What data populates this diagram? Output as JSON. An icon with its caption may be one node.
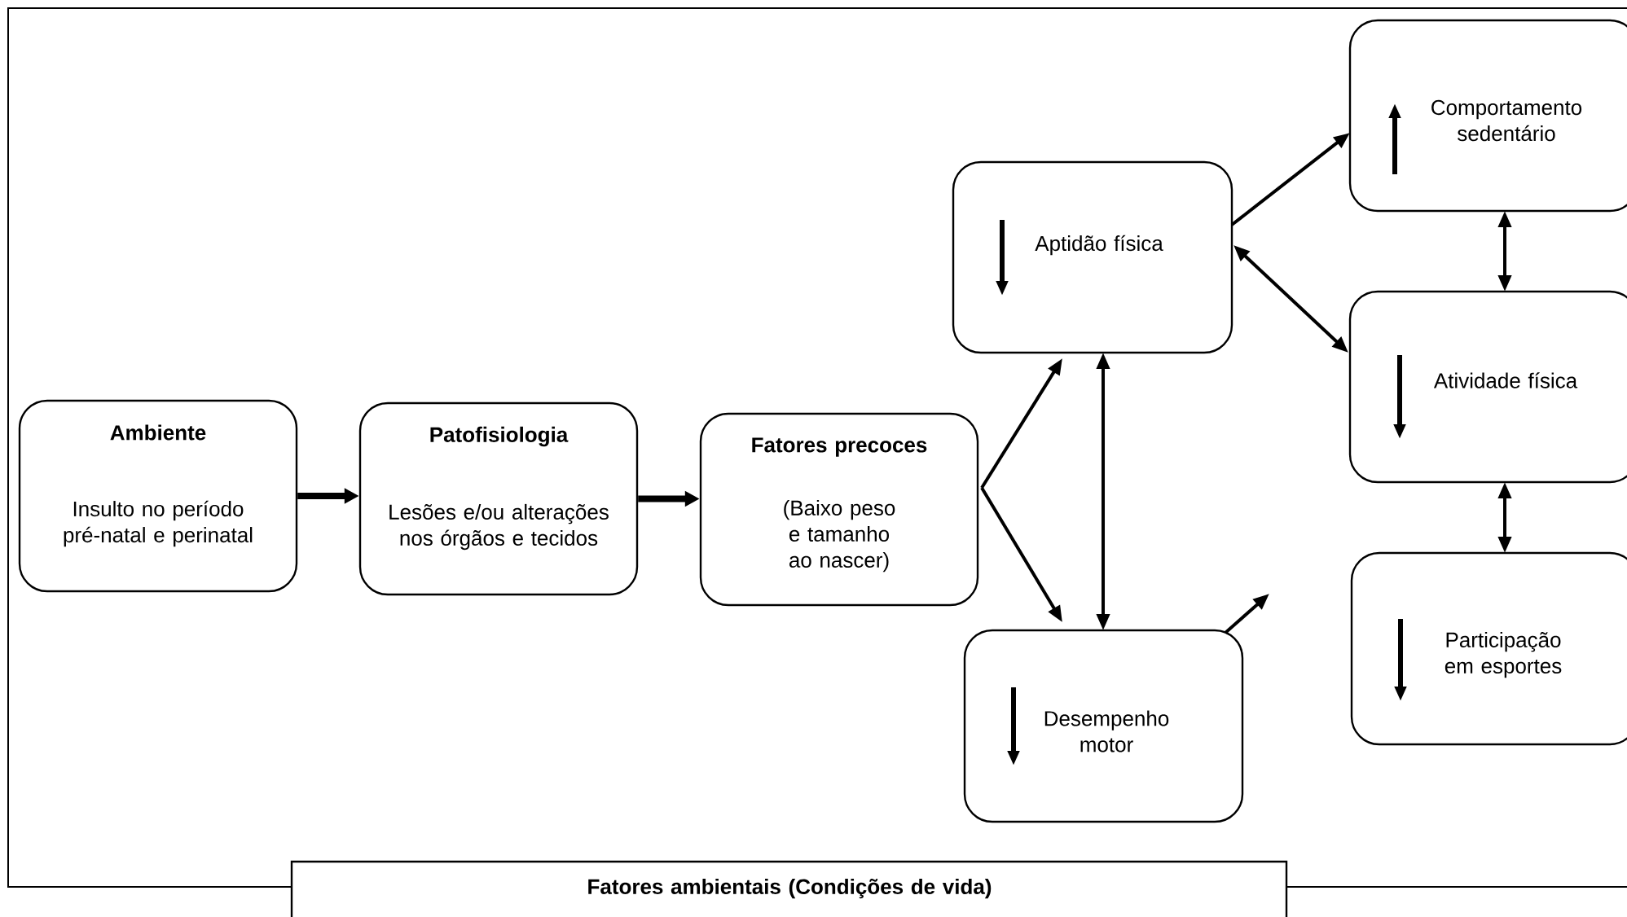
{
  "diagram": {
    "nodes": [
      {
        "text": [
          "Ambiente",
          "Insulto no período pré-natal e perinatal"
        ]
      },
      {
        "text": [
          "Patofisiologia",
          "Lesões e/ou alterações nos órgãos e tecidos"
        ]
      },
      {
        "text": [
          "Fatores precoces",
          "(Baixo peso e tamanho ao nascer)"
        ]
      },
      {
        "text": [
          "Aptidão física"
        ]
      },
      {
        "text": [
          "Desempenho motor"
        ]
      },
      {
        "text": [
          "Comportamento sedentário"
        ]
      },
      {
        "text": [
          "Atividade física"
        ]
      },
      {
        "text": [
          "Participação em esportes"
        ]
      },
      {
        "text": [
          "Fatores ambientais (Condições de vida)"
        ]
      }
    ],
    "edges": [
      {
        "from": 0,
        "to": 1,
        "arrow": "to",
        "style": "thick"
      },
      {
        "from": 1,
        "to": 2,
        "arrow": "to",
        "style": "thick"
      },
      {
        "from": 2,
        "to": 3,
        "arrow": "to"
      },
      {
        "from": 2,
        "to": 4,
        "arrow": "to"
      },
      {
        "from": 3,
        "to": 4,
        "arrow": "both"
      },
      {
        "from": 3,
        "to": 5,
        "arrow": "to"
      },
      {
        "from": 3,
        "to": 6,
        "arrow": "both"
      },
      {
        "from": 5,
        "to": 6,
        "arrow": "both"
      },
      {
        "from": 6,
        "to": 7,
        "arrow": "both"
      },
      {
        "from": 4,
        "to": null,
        "arrow": "to"
      }
    ]
  }
}
